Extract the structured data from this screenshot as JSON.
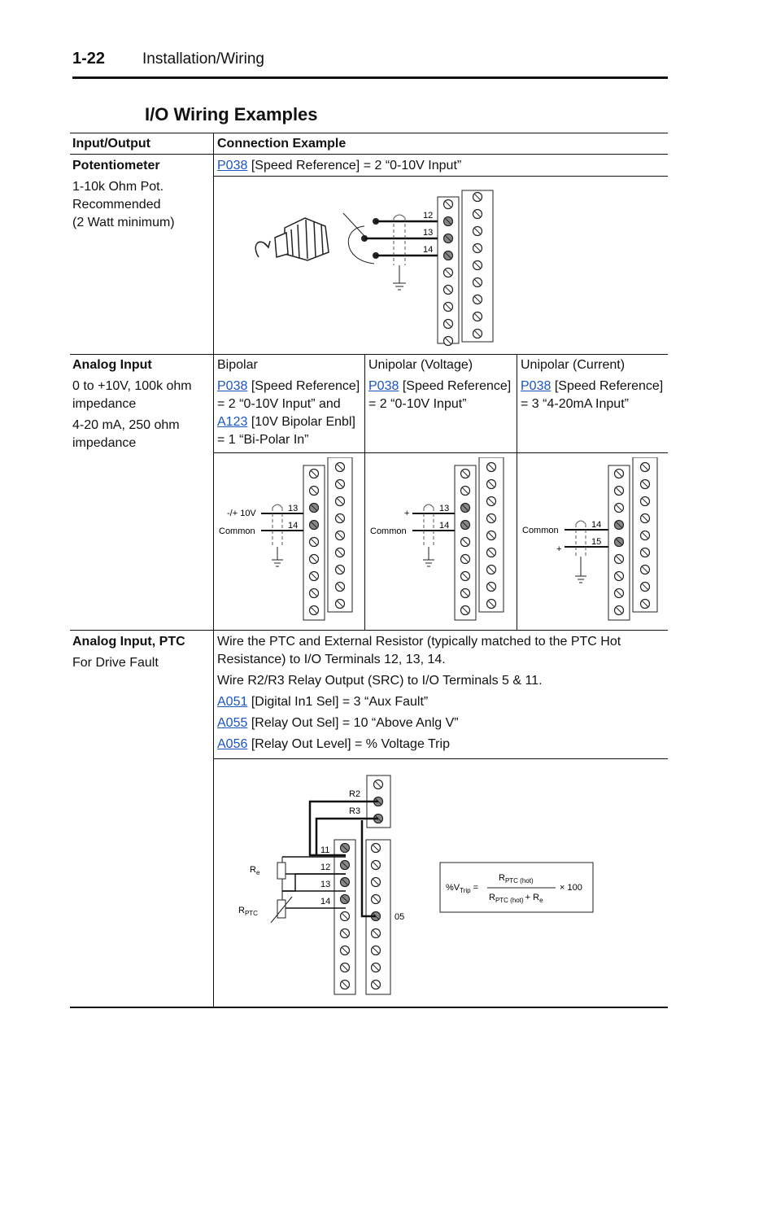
{
  "header": {
    "page_number": "1-22",
    "title": "Installation/Wiring"
  },
  "section_title": "I/O Wiring Examples",
  "table": {
    "col_input": "Input/Output",
    "col_connection": "Connection Example",
    "rows": [
      {
        "name": "Potentiometer",
        "desc": [
          "1-10k Ohm Pot.",
          "Recommended",
          "(2 Watt minimum)"
        ],
        "param_link": "P038",
        "param_text": "[Speed Reference] = 2 “0-10V Input”",
        "terminals": [
          "12",
          "13",
          "14"
        ]
      },
      {
        "name": "Analog Input",
        "desc": [
          "0 to +10V, 100k ohm impedance",
          "4-20 mA, 250 ohm impedance"
        ],
        "sub": [
          {
            "title": "Bipolar",
            "link1": "P038",
            "text1": "[Speed Reference] = 2 “0-10V Input” and",
            "link2": "A123",
            "text2": "[10V Bipolar Enbl] = 1 “Bi-Polar In”",
            "sig_top": "-/+ 10V",
            "sig_bottom": "Common",
            "t1": "13",
            "t2": "14"
          },
          {
            "title": "Unipolar (Voltage)",
            "link1": "P038",
            "text1": "[Speed Reference] = 2 “0-10V Input”",
            "sig_top": "+",
            "sig_bottom": "Common",
            "t1": "13",
            "t2": "14"
          },
          {
            "title": "Unipolar (Current)",
            "link1": "P038",
            "text1": "[Speed Reference] = 3 “4-20mA Input”",
            "sig_top": "Common",
            "sig_bottom": "+",
            "t1": "14",
            "t2": "15"
          }
        ]
      },
      {
        "name": "Analog Input, PTC",
        "desc": [
          "For Drive Fault"
        ],
        "lines": [
          {
            "link": "",
            "text": "Wire the PTC and External Resistor (typically matched to the PTC Hot Resistance) to I/O Terminals 12, 13, 14."
          },
          {
            "link": "",
            "text": "Wire R2/R3 Relay Output (SRC) to I/O Terminals 5 & 11."
          },
          {
            "link": "A051",
            "text": "[Digital In1 Sel] = 3 “Aux Fault”"
          },
          {
            "link": "A055",
            "text": "[Relay Out Sel] = 10 “Above Anlg V”"
          },
          {
            "link": "A056",
            "text": "[Relay Out Level] = % Voltage Trip"
          }
        ],
        "diagram": {
          "relay_labels": [
            "R2",
            "R3"
          ],
          "terminals": [
            "11",
            "12",
            "13",
            "14"
          ],
          "terminal_05": "05",
          "re_label": "R",
          "re_sub": "e",
          "rptc_label": "R",
          "rptc_sub": "PTC",
          "formula": {
            "lhs": "%V",
            "lhs_sub": "Trip",
            "eq": "=",
            "num": "R",
            "num_sub": "PTC (hot)",
            "den_a": "R",
            "den_a_sub": "PTC (hot)",
            "den_plus": "+ R",
            "den_b_sub": "e",
            "mult": "× 100"
          }
        }
      }
    ]
  }
}
